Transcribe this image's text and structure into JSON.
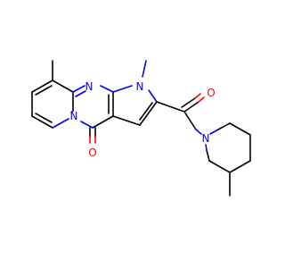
{
  "atoms": [
    {
      "id": "n_pyrimidine",
      "symbol": "N",
      "color": "#0000ff"
    },
    {
      "id": "n_pyrrole",
      "symbol": "N",
      "color": "#0000ff"
    },
    {
      "id": "n_bridge",
      "symbol": "N",
      "color": "#0000ff"
    },
    {
      "id": "n_piperidine",
      "symbol": "N",
      "color": "#0000ff"
    },
    {
      "id": "o_ketone",
      "symbol": "O",
      "color": "#ff0000"
    },
    {
      "id": "o_amide",
      "symbol": "O",
      "color": "#ff0000"
    }
  ],
  "colors": {
    "bond": "#000000",
    "nitrogen": "#0000ff",
    "oxygen": "#ff0000",
    "background": "#ffffff"
  }
}
